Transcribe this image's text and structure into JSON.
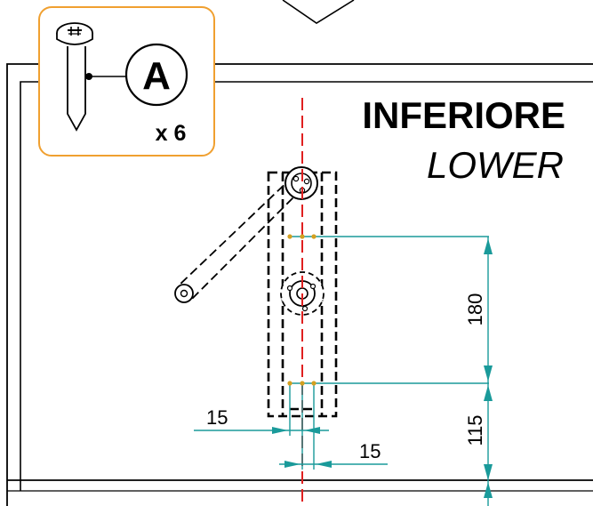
{
  "heading": {
    "italian": "INFERIORE",
    "english": "LOWER"
  },
  "fastener_callout": {
    "part_letter": "A",
    "quantity": "x 6",
    "icon": "screw-icon",
    "accent_color": "#f0a030"
  },
  "dimensions": {
    "vertical_spacing": "180",
    "bottom_offset": "115",
    "left_offset": "15",
    "right_offset": "15",
    "dimension_color": "#1a9a9a"
  },
  "centerline_color": "#e02020",
  "hole_marker_color": "#d4a020"
}
